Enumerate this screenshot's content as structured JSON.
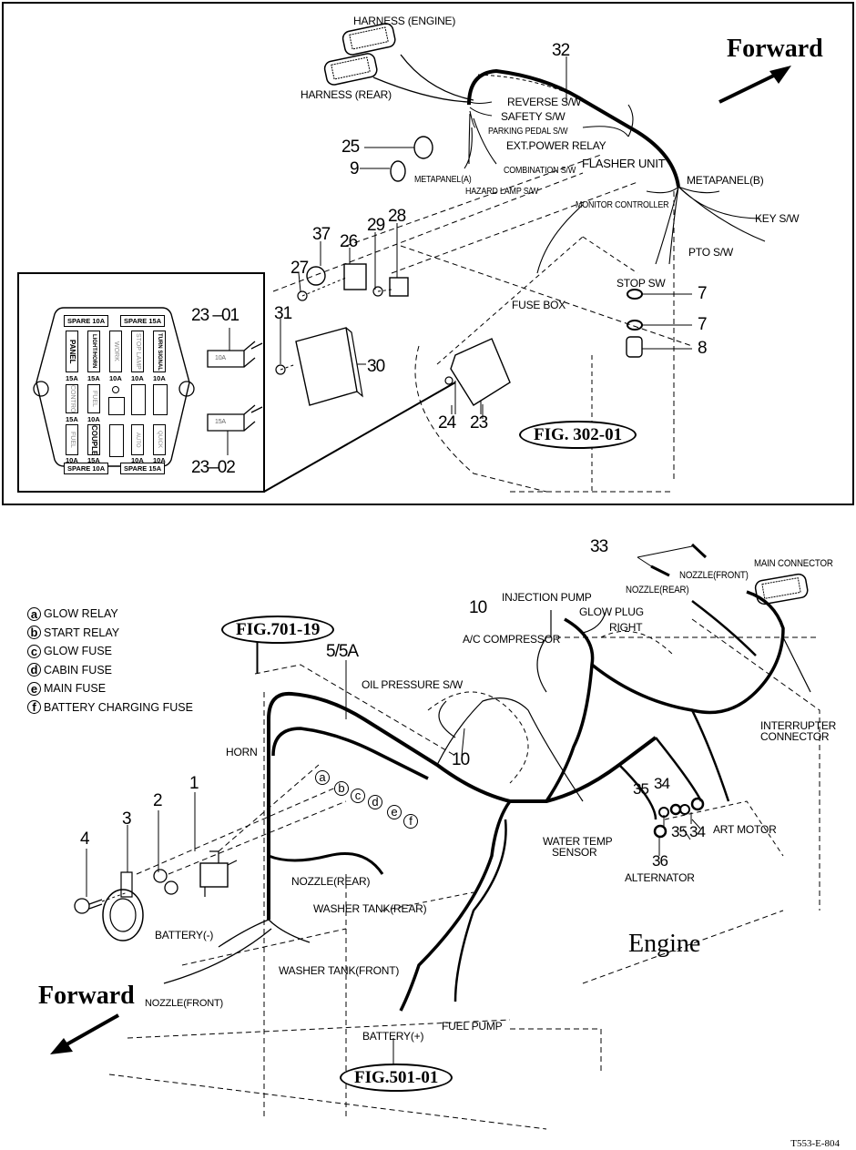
{
  "top_figure": {
    "forward_label": "Forward",
    "fig_ref": "FIG. 302-01",
    "labels": {
      "harness_engine": "HARNESS (ENGINE)",
      "harness_rear": "HARNESS (REAR)",
      "reverse_sw": "REVERSE S/W",
      "safety_sw": "SAFETY S/W",
      "parking_pedal_sw": "PARKING PEDAL S/W",
      "ext_power_relay": "EXT.POWER RELAY",
      "combination_sw": "COMBINATION  S/W",
      "flasher_unit": "FLASHER UNIT",
      "metapanel_a": "METAPANEL(A)",
      "hazard_lamp_sw": "HAZARD LAMP  S/W",
      "monitor_controller": "MONITOR CONTROLLER",
      "metapanel_b": "METAPANEL(B)",
      "key_sw": "KEY S/W",
      "pto_sw": "PTO S/W",
      "stop_sw": "STOP SW",
      "fuse_box": "FUSE BOX"
    },
    "part_numbers": {
      "p32": "32",
      "p25": "25",
      "p9": "9",
      "p37": "37",
      "p26": "26",
      "p29": "29",
      "p28": "28",
      "p27": "27",
      "p31": "31",
      "p30": "30",
      "p24": "24",
      "p23": "23",
      "p7a": "7",
      "p7b": "7",
      "p8": "8",
      "p23_01": "23 –01",
      "p23_02": "23–02"
    },
    "fuse_box": {
      "spare_top": [
        "SPARE 10A",
        "SPARE 15A"
      ],
      "spare_bottom": [
        "SPARE 10A",
        "SPARE 15A"
      ],
      "row1": [
        {
          "name": "PANEL",
          "amp": "15A"
        },
        {
          "name": "LIGHT/HORN",
          "amp": "15A"
        },
        {
          "name": "WORK LIGHT",
          "amp": "10A"
        },
        {
          "name": "STOP LAMP",
          "amp": "10A"
        },
        {
          "name": "TURN SIGNAL",
          "amp": "10A"
        }
      ],
      "row2": [
        {
          "name": "CONTROLLER",
          "amp": "15A"
        },
        {
          "name": "FUEL STOP",
          "amp": "10A"
        }
      ],
      "row3": [
        {
          "name": "FUEL PUMP",
          "amp": "10A"
        },
        {
          "name": "COUPLER",
          "amp": "15A"
        },
        {
          "name": "AUTO IDLING",
          "amp": "10A"
        },
        {
          "name": "QUICK TURN",
          "amp": "10A"
        }
      ],
      "fuse_01_rating": "10A",
      "fuse_02_rating": "15A"
    }
  },
  "bottom_figure": {
    "forward_label": "Forward",
    "engine_label": "Engine",
    "fig_ref_1": "FIG.701-19",
    "fig_ref_2": "FIG.501-01",
    "legend": [
      {
        "key": "a",
        "label": "GLOW RELAY"
      },
      {
        "key": "b",
        "label": "START RELAY"
      },
      {
        "key": "c",
        "label": "GLOW FUSE"
      },
      {
        "key": "d",
        "label": "CABIN FUSE"
      },
      {
        "key": "e",
        "label": "MAIN FUSE"
      },
      {
        "key": "f",
        "label": "BATTERY CHARGING FUSE"
      }
    ],
    "labels": {
      "main_connector": "MAIN CONNECTOR",
      "nozzle_front_top": "NOZZLE(FRONT)",
      "nozzle_rear_top": "NOZZLE(REAR)",
      "injection_pump": "INJECTION PUMP",
      "glow_plug": "GLOW PLUG",
      "right": "RIGHT",
      "ac_compressor": "A/C COMPRESSOR",
      "oil_pressure_sw": "OIL PRESSURE S/W",
      "interrupter": "INTERRUPTER",
      "connector": "CONNECTOR",
      "horn": "HORN",
      "water_temp": "WATER TEMP",
      "sensor": "SENSOR",
      "start_motor": "START MOTOR",
      "alternator": "ALTERNATOR",
      "nozzle_rear": "NOZZLE(REAR)",
      "washer_tank_rear": "WASHER TANK(REAR)",
      "battery_neg": "BATTERY(-)",
      "washer_tank_front": "WASHER TANK(FRONT)",
      "nozzle_front": "NOZZLE(FRONT)",
      "battery_pos": "BATTERY(+)",
      "fuel_pump": "FUEL PUMP"
    },
    "part_numbers": {
      "p33": "33",
      "p10a": "10",
      "p10b": "10",
      "p5_5a": "5/5A",
      "p1": "1",
      "p2": "2",
      "p3": "3",
      "p4": "4",
      "p35a": "35",
      "p34a": "34",
      "p35b": "35",
      "p34b": "34",
      "p36": "36"
    },
    "circle_keys": [
      "a",
      "b",
      "c",
      "d",
      "e",
      "f"
    ]
  },
  "doc_id": "T553-E-804"
}
